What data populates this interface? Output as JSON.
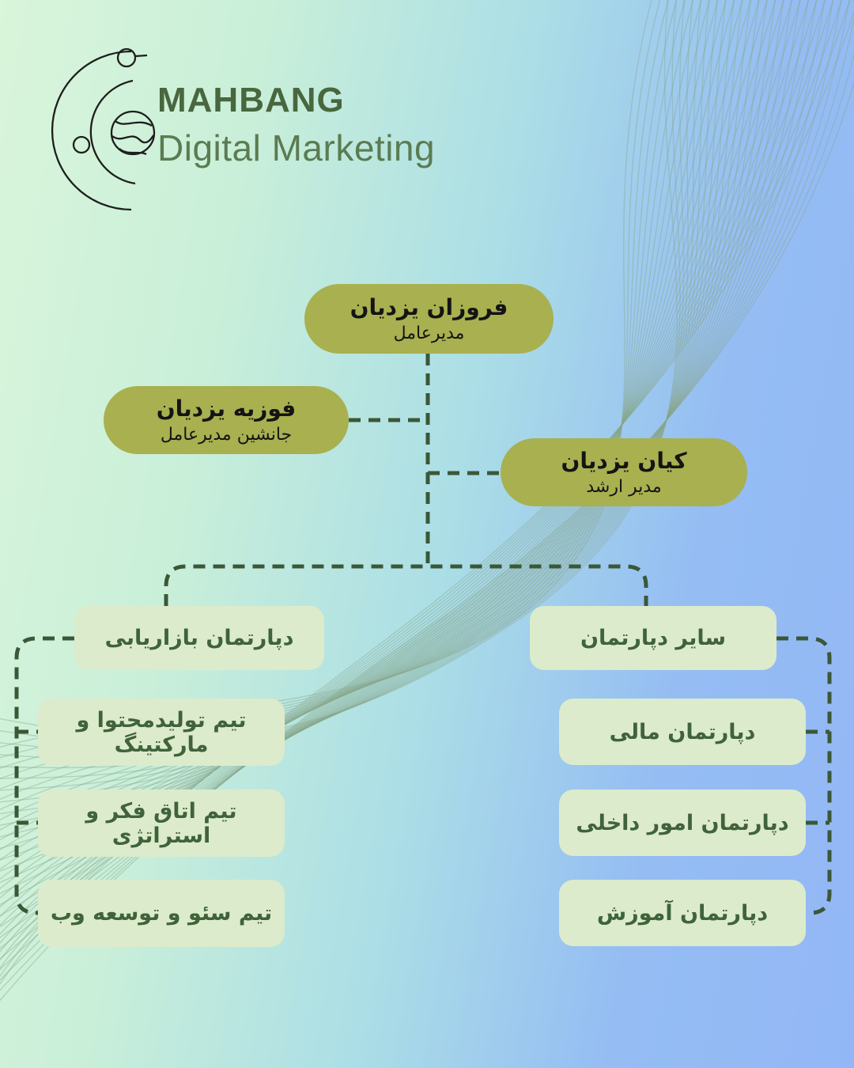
{
  "brand": {
    "name": "MAHBANG",
    "tagline": "Digital Marketing",
    "logo_icon": "planet-orbits-icon"
  },
  "org": {
    "ceo": {
      "name": "فروزان یزدیان",
      "role": "مدیرعامل"
    },
    "deputy": {
      "name": "فوزیه یزدیان",
      "role": "جانشین مدیرعامل"
    },
    "senior": {
      "name": "کیان یزدیان",
      "role": "مدیر ارشد"
    },
    "marketing_department": {
      "title": "دپارتمان بازاریابی",
      "teams": [
        "تیم تولیدمحتوا و مارکتینگ",
        "تیم اتاق فکر و استراتژی",
        "تیم سئو و توسعه وب"
      ]
    },
    "other_departments": {
      "title": "سایر دپارتمان",
      "departments": [
        "دپارتمان مالی",
        "دپارتمان امور داخلی",
        "دپارتمان آموزش"
      ]
    }
  },
  "colors": {
    "background_green": "#d9f5da",
    "background_blue": "#93b7f6",
    "pill": "#a8b050",
    "pill_text": "#141414",
    "card": "#dcebcb",
    "card_text": "#3f633b",
    "connector": "#3a5838",
    "brand_dark_green": "#48673e",
    "brand_light_green": "#5b7b52",
    "thread_pattern": "#87a88c"
  }
}
